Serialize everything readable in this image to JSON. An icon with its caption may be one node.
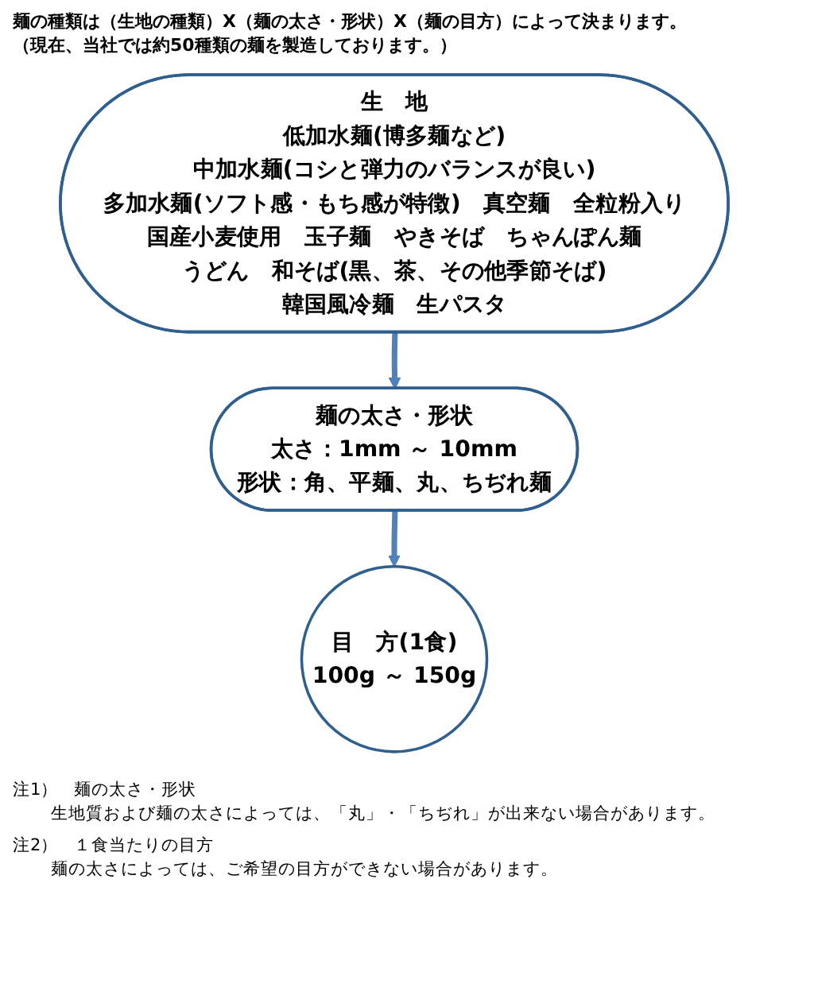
{
  "diagram": {
    "title": "麺の種類は（生地の種類）X（麺の太さ・形状）X（麺の目方）によって決まります。",
    "nodes": [
      {
        "text": [
          "生　地",
          "低加水麺(博多麺など)",
          "中加水麺(コシと弾力のバランスが良い)",
          "多加水麺(ソフト感・もち感が特徴)　真空麺　全粒粉入り",
          "国産小麦使用　玉子麺　やきそば　ちゃんぽん麺",
          "うどん　和そば(黒、茶、その他季節そば)",
          "韓国風冷麺　生パスタ"
        ]
      },
      {
        "text": [
          "麺の太さ・形状",
          "太さ：1mm ～ 10mm",
          "形状：角、平麺、丸、ちぢれ麺"
        ]
      },
      {
        "text": [
          "目　方(1食)",
          "100g ～ 150g"
        ]
      }
    ],
    "edges": [
      {
        "from": 0,
        "to": 1,
        "arrow": "to"
      },
      {
        "from": 1,
        "to": 2,
        "arrow": "to"
      }
    ],
    "labels": [
      "（現在、当社では約50種類の麺を製造しております。）",
      "注1）",
      "麺の太さ・形状",
      "生地質および麺の太さによっては、「丸」・「ちぢれ」が出来ない場合があります。",
      "注2）",
      "１食当たりの目方",
      "麺の太さによっては、ご希望の目方ができない場合があります。"
    ]
  }
}
